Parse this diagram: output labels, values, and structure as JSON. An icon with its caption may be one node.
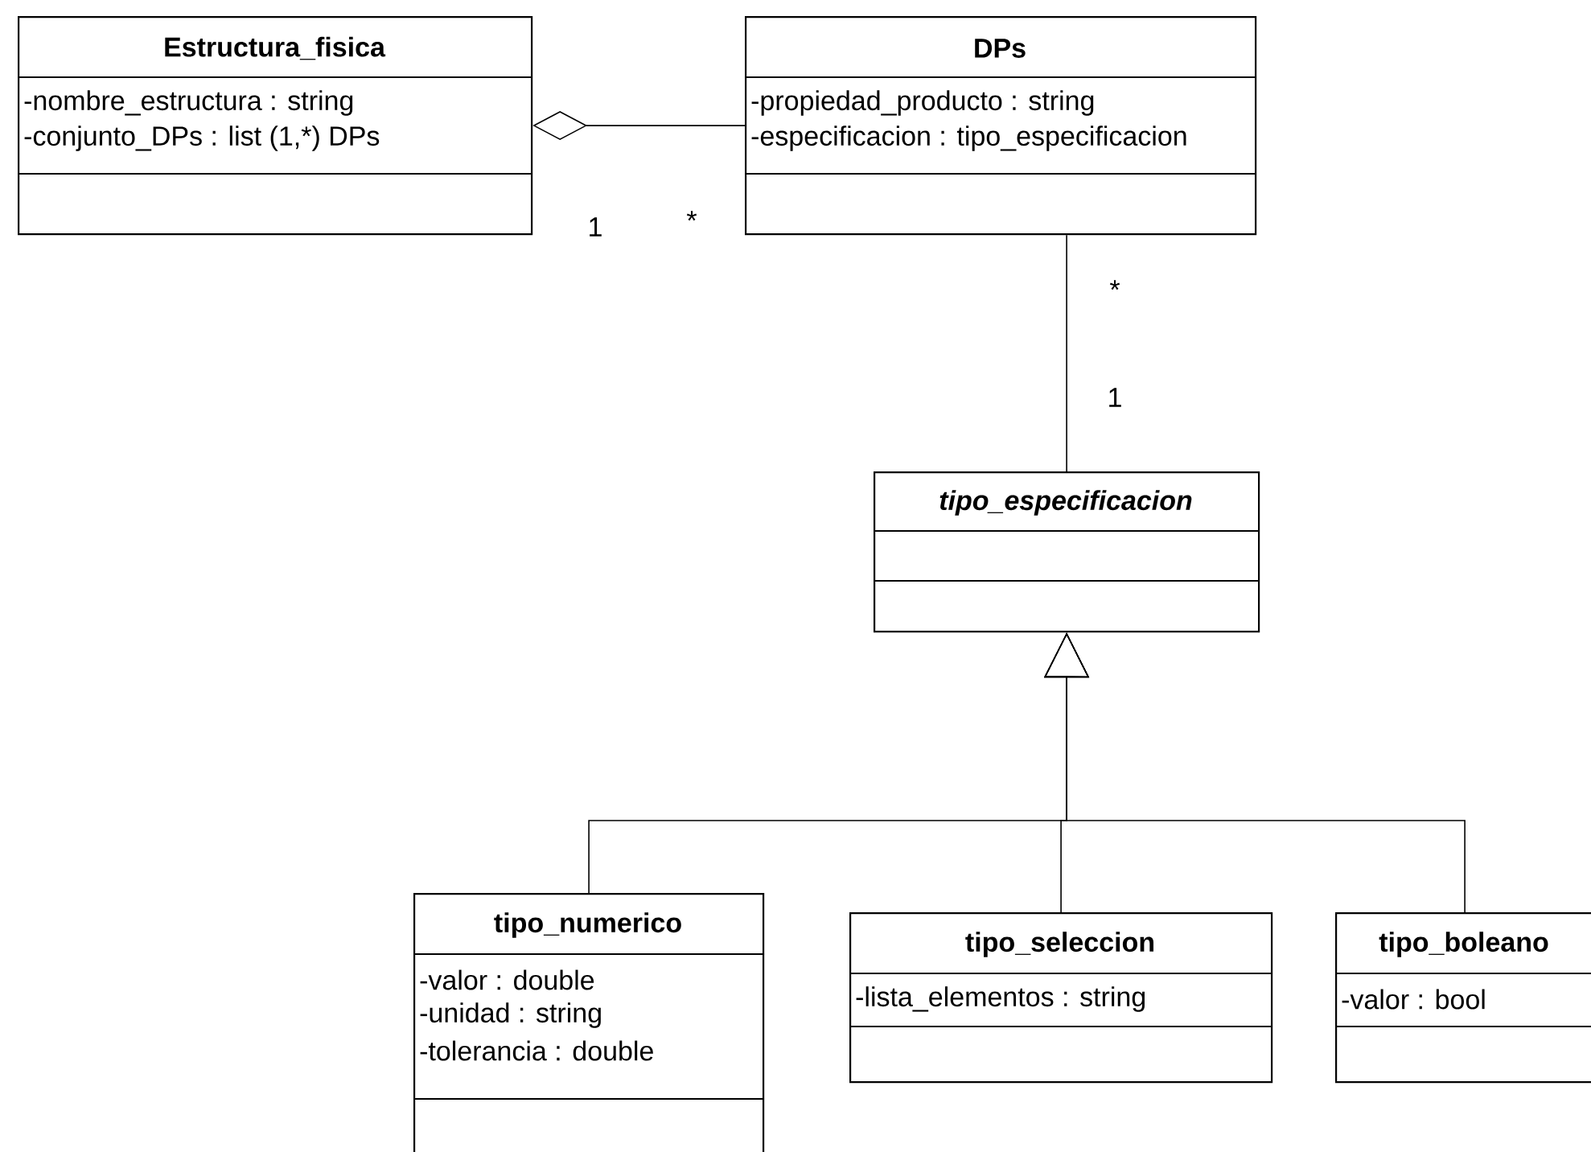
{
  "diagram": {
    "nodes": [
      {
        "text": [
          "Estructura_fisica",
          "-nombre_estructura : string",
          "-conjunto_DPs : list (1,*) DPs"
        ]
      },
      {
        "text": [
          "DPs",
          "-propiedad_producto : string",
          "-especificacion : tipo_especificacion"
        ]
      },
      {
        "text": [
          "tipo_especificacion"
        ]
      },
      {
        "text": [
          "tipo_numerico",
          "-valor : double",
          "-unidad : string",
          "-tolerancia : double"
        ]
      },
      {
        "text": [
          "tipo_seleccion",
          "-lista_elementos : string"
        ]
      },
      {
        "text": [
          "tipo_boleano",
          "-valor : bool"
        ]
      }
    ],
    "edges": [
      {
        "from": 1,
        "to": 0,
        "arrow": "other"
      },
      {
        "from": 1,
        "to": 2,
        "arrow": "none"
      },
      {
        "from": 3,
        "to": 2,
        "arrow": "to"
      },
      {
        "from": 4,
        "to": 2,
        "arrow": "to"
      },
      {
        "from": 5,
        "to": 2,
        "arrow": "to"
      }
    ],
    "labels": [
      "1",
      "*",
      "*",
      "1"
    ]
  }
}
